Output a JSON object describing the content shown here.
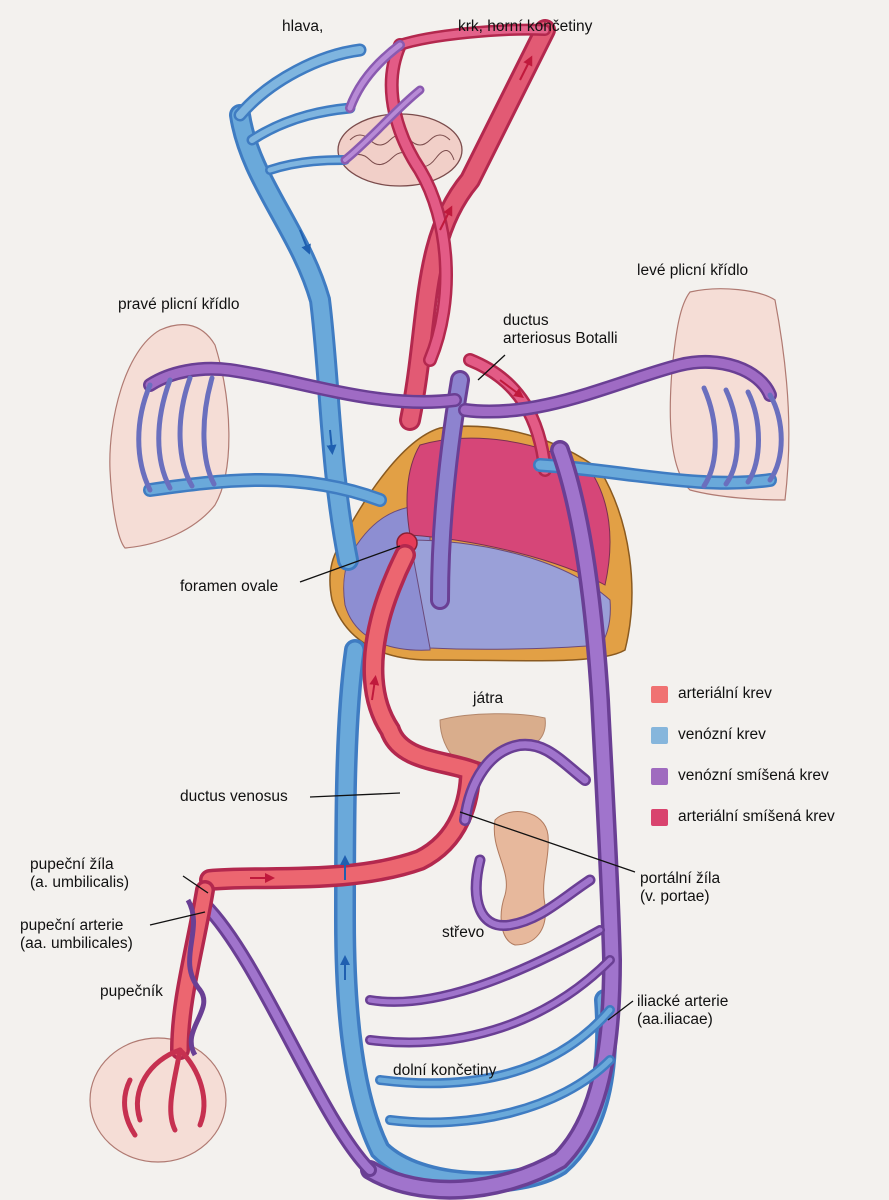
{
  "labels": {
    "head": "hlava,",
    "neck_arms": "krk, horní končetiny",
    "right_lung": "pravé plicní křídlo",
    "left_lung": "levé plicní křídlo",
    "ductus_arteriosus": [
      "ductus",
      "arteriosus Botalli"
    ],
    "foramen_ovale": "foramen ovale",
    "liver": "játra",
    "ductus_venosus": "ductus venosus",
    "umbilical_vein": [
      "pupeční žíla",
      "(a. umbilicalis)"
    ],
    "umbilical_arteries": [
      "pupeční arterie",
      "(aa. umbilicales)"
    ],
    "umbilical_cord": "pupečník",
    "portal_vein": [
      "portální žíla",
      "(v. portae)"
    ],
    "intestine": "střevo",
    "iliac_arteries": [
      "iliacké arterie",
      "(aa.iliacae)"
    ],
    "lower_limbs": "dolní končetiny"
  },
  "legend": [
    {
      "label": "arteriální krev",
      "color": "#f07272"
    },
    {
      "label": "venózní krev",
      "color": "#86b6dc"
    },
    {
      "label": "venózní smíšená krev",
      "color": "#9f6bbf"
    },
    {
      "label": "arteriální smíšená krev",
      "color": "#d9436e"
    }
  ],
  "colors": {
    "arterial": "#e8525f",
    "venous": "#5f9fd4",
    "mixed_venous": "#9a62c2",
    "mixed_arterial": "#d2366a",
    "organ": "#f4dcd6",
    "heart_rim": "#e2a045",
    "liver": "#d9ad8c"
  }
}
